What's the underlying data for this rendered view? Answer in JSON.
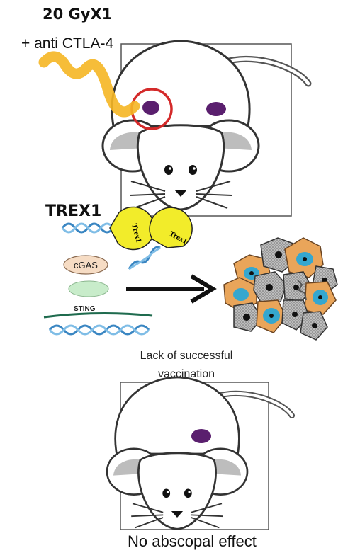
{
  "treatment": {
    "dose": "20 GyX1",
    "combo": "+ anti CTLA-4"
  },
  "pathway": {
    "title": "TREX1",
    "enzyme_label": "Trex1",
    "cgas_label": "cGAS",
    "sting_label": "STING"
  },
  "outcome": {
    "vaccination_line1": "Lack of successful",
    "vaccination_line2": "vaccination",
    "effect": "No abscopal effect"
  },
  "colors": {
    "radiation": "#f5b623",
    "tumor": "#5a1f6e",
    "target_ring": "#d42a2a",
    "trex1": "#f2ec2a",
    "cgas": "#f6dcc4",
    "sting_ellipse": "#c8ecca",
    "sting_line": "#1f6b4e",
    "dna": "#3a86c2",
    "cell_orange": "#e9a55a",
    "cell_gray": "#9a9a9a",
    "nucleus_blue": "#35a7cf"
  }
}
